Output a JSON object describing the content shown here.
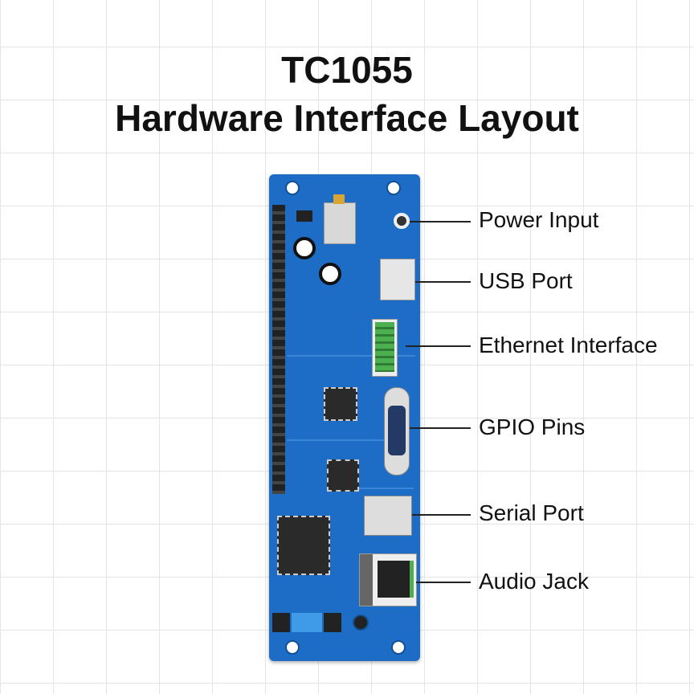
{
  "title": {
    "line1": "TC1055",
    "line2": "Hardware Interface Layout"
  },
  "colors": {
    "board": "#1d6cc6",
    "ethernet_terminal": "#4caf50",
    "background": "#ffffff"
  },
  "labels": [
    {
      "text": "Power Input"
    },
    {
      "text": "USB Port"
    },
    {
      "text": "Ethernet Interface"
    },
    {
      "text": "GPIO Pins"
    },
    {
      "text": "Serial Port"
    },
    {
      "text": "Audio Jack"
    }
  ]
}
